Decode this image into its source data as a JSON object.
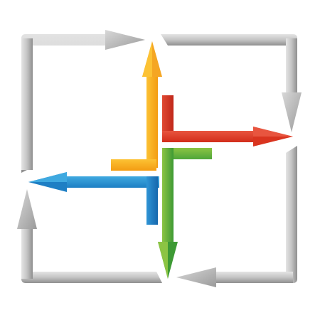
{
  "diagram": {
    "background": "#ffffff",
    "center_arrows": [
      {
        "name": "orange-arrow",
        "direction": "up",
        "color_light": "#fcc234",
        "color_dark": "#f39c12",
        "shadow": "#d9860c"
      },
      {
        "name": "red-arrow",
        "direction": "right",
        "color_light": "#e8553f",
        "color_dark": "#d9341f",
        "shadow": "#a82114"
      },
      {
        "name": "green-arrow",
        "direction": "down",
        "color_light": "#8cc443",
        "color_dark": "#3e9a35",
        "shadow": "#2d7a26"
      },
      {
        "name": "blue-arrow",
        "direction": "left",
        "color_light": "#3fa9e0",
        "color_dark": "#1e7fc4",
        "shadow": "#135e96"
      }
    ],
    "frame_arrows": [
      {
        "name": "top-frame-arrow",
        "direction": "right",
        "color_light": "#cfcfcf",
        "color_dark": "#9a9a9a"
      },
      {
        "name": "right-frame-arrow",
        "direction": "down",
        "color_light": "#cfcfcf",
        "color_dark": "#9a9a9a"
      },
      {
        "name": "bottom-frame-arrow",
        "direction": "left",
        "color_light": "#cfcfcf",
        "color_dark": "#9a9a9a"
      },
      {
        "name": "left-frame-arrow",
        "direction": "up",
        "color_light": "#cfcfcf",
        "color_dark": "#9a9a9a"
      }
    ]
  }
}
